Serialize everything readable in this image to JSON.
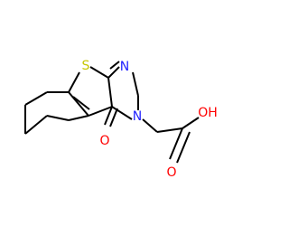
{
  "molecule": {
    "atoms": {
      "sulfur": {
        "text": "S",
        "color": "#c6c600"
      },
      "nitrogen_ring": {
        "text": "N",
        "color": "#1f1fff"
      },
      "nitrogen_amide": {
        "text": "N",
        "color": "#1f1fff"
      },
      "oxygen_ketone": {
        "text": "O",
        "color": "#ff0000"
      },
      "oxygen_carbonyl": {
        "text": "O",
        "color": "#ff0000"
      },
      "hydroxyl": {
        "text": "OH",
        "color": "#ff0000"
      }
    },
    "bond_color": "#000000"
  }
}
